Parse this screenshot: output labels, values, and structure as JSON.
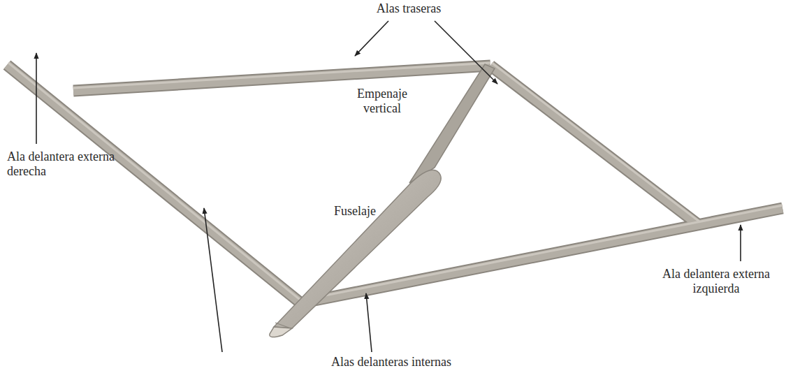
{
  "diagram": {
    "labels": [
      "Alas traseras",
      "Empenaje vertical",
      "Ala delantera externa derecha",
      "Fuselaje",
      "Ala delantera externa izquierda",
      "Alas delanteras internas"
    ]
  }
}
